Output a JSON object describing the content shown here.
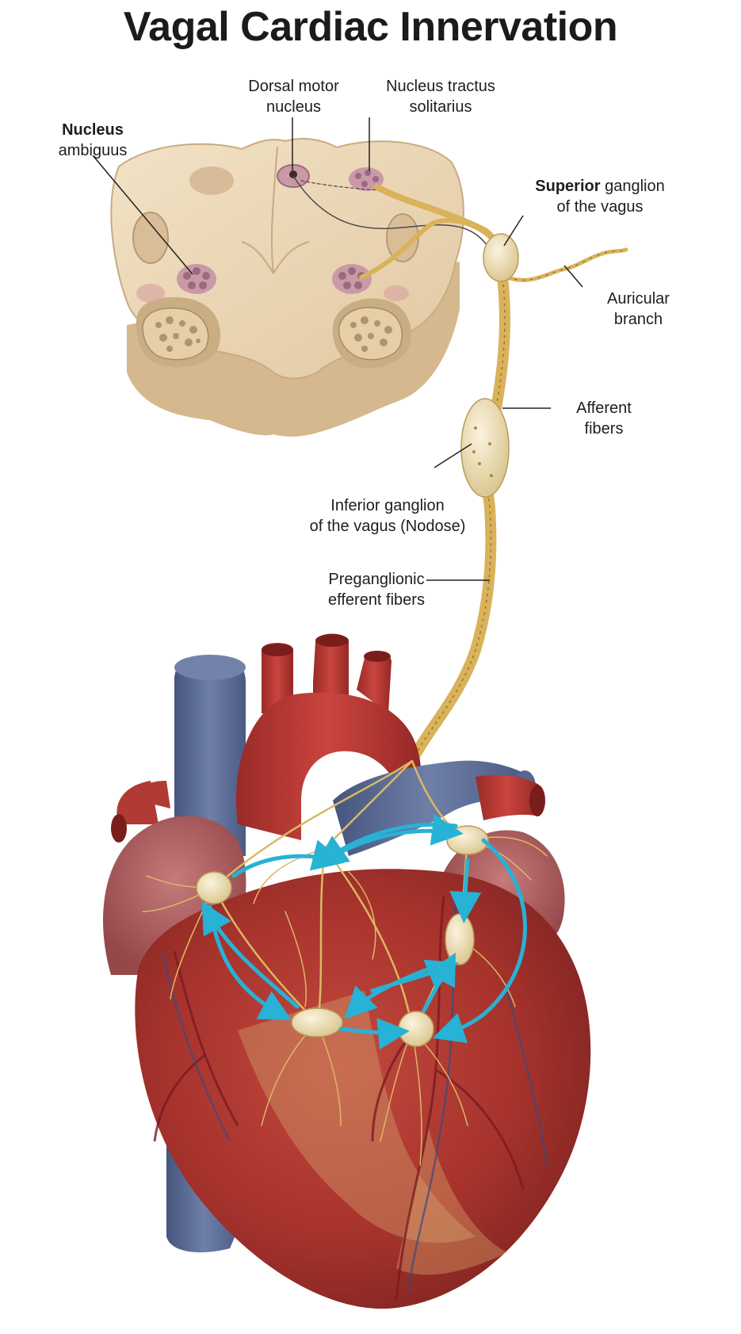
{
  "title": "Vagal Cardiac Innervation",
  "labels": {
    "nucleus_ambiguus": {
      "bold": "Nucleus",
      "rest": "ambiguus"
    },
    "dorsal_motor": {
      "line1": "Dorsal motor",
      "line2": "nucleus"
    },
    "nts": {
      "line1": "Nucleus tractus",
      "line2": "solitarius"
    },
    "superior_ganglion": {
      "bold": "Superior",
      "rest1": " ganglion",
      "line2": "of the vagus"
    },
    "auricular_branch": {
      "line1": "Auricular",
      "line2": "branch"
    },
    "afferent_fibers": {
      "line1": "Afferent",
      "line2": "fibers"
    },
    "inferior_ganglion": {
      "line1": "Inferior ganglion",
      "line2": "of the vagus (Nodose)"
    },
    "preganglionic": {
      "line1": "Preganglionic",
      "line2": "efferent fibers"
    }
  },
  "colors": {
    "nerve": "#d9b25a",
    "brainstem": "#ecd6b4",
    "nucleus": "#a8788c",
    "heart": "#a8322e",
    "vein": "#5a6a94",
    "arrow": "#27b2d6"
  }
}
